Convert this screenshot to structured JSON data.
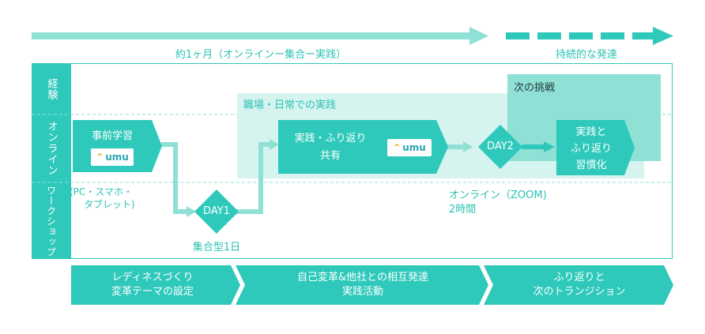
{
  "colors": {
    "accent": "#2ec9bb",
    "dark": "#27b5a7",
    "light": "#d5f3ef",
    "teal_box": "#8fe0d5"
  },
  "timeline": {
    "left_label": "約1ヶ月（オンラインー集合ー実践）",
    "right_label": "持続的な発達"
  },
  "rows": {
    "experience": "経験",
    "online": "オンライン",
    "workshop": "ワークショップ"
  },
  "areas": {
    "workplace": "職場・日常での実践",
    "next_challenge": "次の挑戦"
  },
  "boxes": {
    "pre_study": "事前学習",
    "practice_line1": "実践・ふり返り",
    "practice_line2": "共有",
    "habit_line1": "実践と",
    "habit_line2": "ふり返り",
    "habit_line3": "習慣化"
  },
  "logos": {
    "umu": "umu"
  },
  "devices": {
    "line1": "(PC・スマホ・",
    "line2": "タブレット)"
  },
  "days": {
    "day1": "DAY1",
    "day2": "DAY2"
  },
  "day1_note": "集合型1日",
  "day2_note": {
    "line1": "オンライン（ZOOM)",
    "line2": "2時間"
  },
  "phases": [
    {
      "line1": "レディネスづくり",
      "line2": "変革テーマの設定"
    },
    {
      "line1": "自己変革&他社との相互発達",
      "line2": "実践活動"
    },
    {
      "line1": "ふり返りと",
      "line2": "次のトランジション"
    }
  ]
}
